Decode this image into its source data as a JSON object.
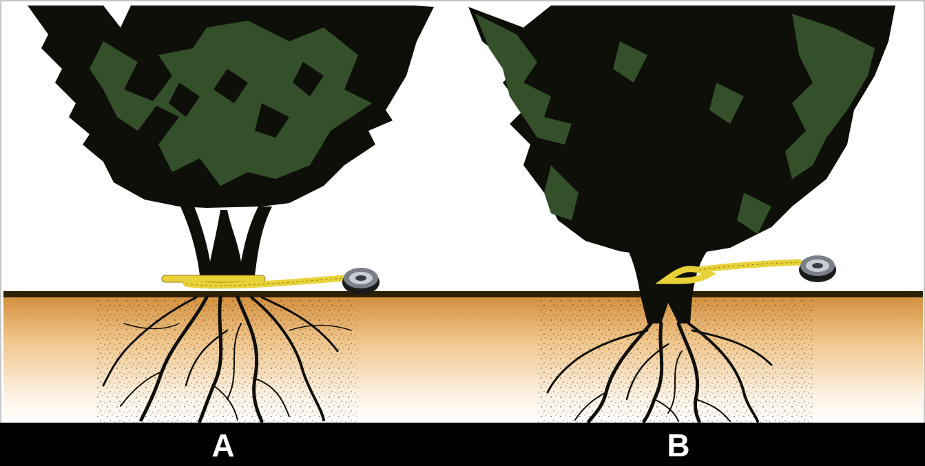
{
  "panels": [
    {
      "id": "A",
      "label": "A"
    },
    {
      "id": "B",
      "label": "B"
    }
  ],
  "colors": {
    "foliage_dark": "#0d0f08",
    "foliage_green": "#34502a",
    "soil_top": "#d99a4a",
    "soil_bottom": "#ffffff",
    "ground_line": "#2c2005",
    "tape_yellow": "#e8d238",
    "label_bar": "#000000",
    "label_text": "#ffffff"
  },
  "icons": [
    "shrub-foliage",
    "root-system",
    "measuring-tape",
    "tape-reel"
  ]
}
